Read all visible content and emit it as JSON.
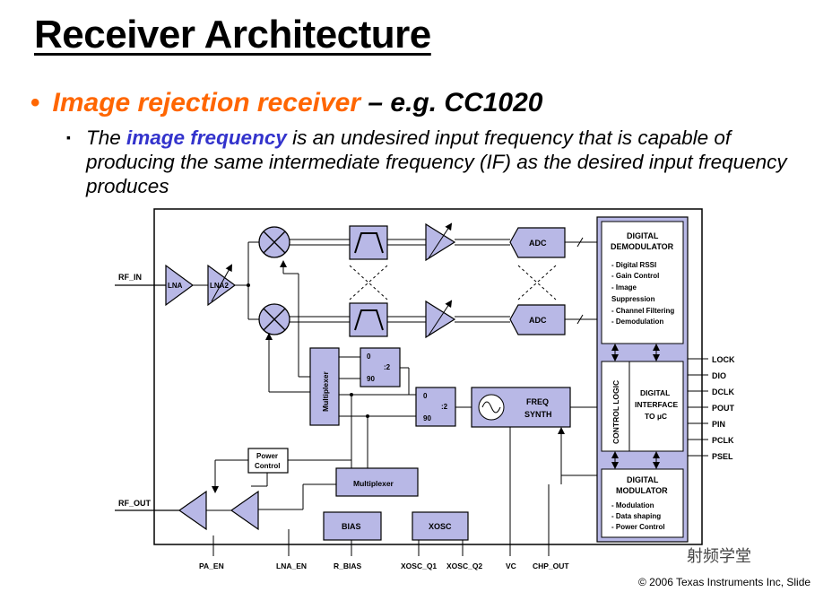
{
  "slide": {
    "title": "Receiver Architecture",
    "bullet": {
      "marker": "•",
      "highlight": "Image rejection receiver",
      "rest": " – e.g. CC1020"
    },
    "sub_bullet": {
      "marker": "▪",
      "prefix": "The ",
      "highlight": "image frequency",
      "suffix": " is an undesired input frequency that is capable of producing the same intermediate frequency (IF) as the desired input frequency produces"
    },
    "footer": "© 2006 Texas Instruments Inc, Slide",
    "watermark": "射频学堂"
  },
  "diagram": {
    "pins_left": {
      "rf_in": "RF_IN",
      "rf_out": "RF_OUT"
    },
    "pins_bottom": [
      "PA_EN",
      "LNA_EN",
      "R_BIAS",
      "XOSC_Q1",
      "XOSC_Q2",
      "VC",
      "CHP_OUT"
    ],
    "pins_right": [
      "LOCK",
      "DIO",
      "DCLK",
      "POUT",
      "PIN",
      "PCLK",
      "PSEL"
    ],
    "blocks": {
      "lna": "LNA",
      "lna2": "LNA2",
      "adc": "ADC",
      "multiplexer": "Multiplexer",
      "divider_0": "0",
      "divider_div": ":2",
      "divider_90": "90",
      "freq_synth_1": "FREQ",
      "freq_synth_2": "SYNTH",
      "power_control_1": "Power",
      "power_control_2": "Control",
      "bias": "BIAS",
      "xosc": "XOSC",
      "digital_demod_title_1": "DIGITAL",
      "digital_demod_title_2": "DEMODULATOR",
      "digital_demod_items": [
        "- Digital RSSI",
        "- Gain Control",
        "- Image",
        "  Suppression",
        "- Channel Filtering",
        "- Demodulation"
      ],
      "control_logic": "CONTROL LOGIC",
      "digital_interface_1": "DIGITAL",
      "digital_interface_2": "INTERFACE",
      "digital_interface_3": "TO µC",
      "digital_mod_title_1": "DIGITAL",
      "digital_mod_title_2": "MODULATOR",
      "digital_mod_items": [
        "- Modulation",
        "- Data shaping",
        "- Power Control"
      ]
    }
  }
}
